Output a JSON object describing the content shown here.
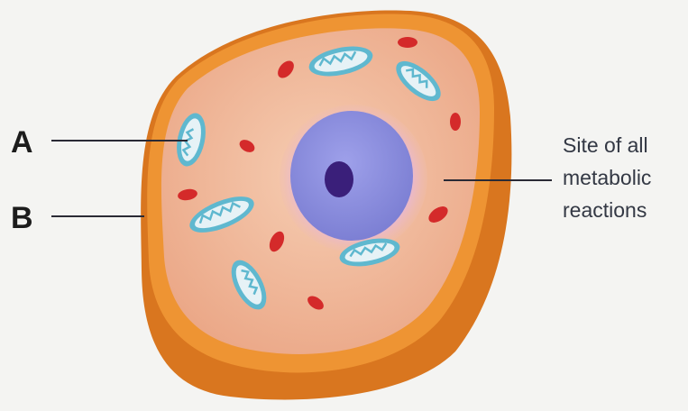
{
  "labels": {
    "a": "A",
    "b": "B",
    "annotation_line1": "Site of all",
    "annotation_line2": "metabolic",
    "annotation_line3": "reactions"
  },
  "colors": {
    "background": "#f4f4f2",
    "cell_wall": "#e8862a",
    "cell_wall_shadow": "#c4641a",
    "cytoplasm": "#f2bfa0",
    "nucleus": "#8c8ede",
    "nucleolus": "#3a1f7a",
    "mitochondrion_outer": "#5fb8cf",
    "mitochondrion_inner": "#e6f2f6",
    "red_organelle": "#d42a2a",
    "line": "#2a2a35"
  },
  "icons": [
    "mitochondrion-icon",
    "ribosome-icon"
  ]
}
